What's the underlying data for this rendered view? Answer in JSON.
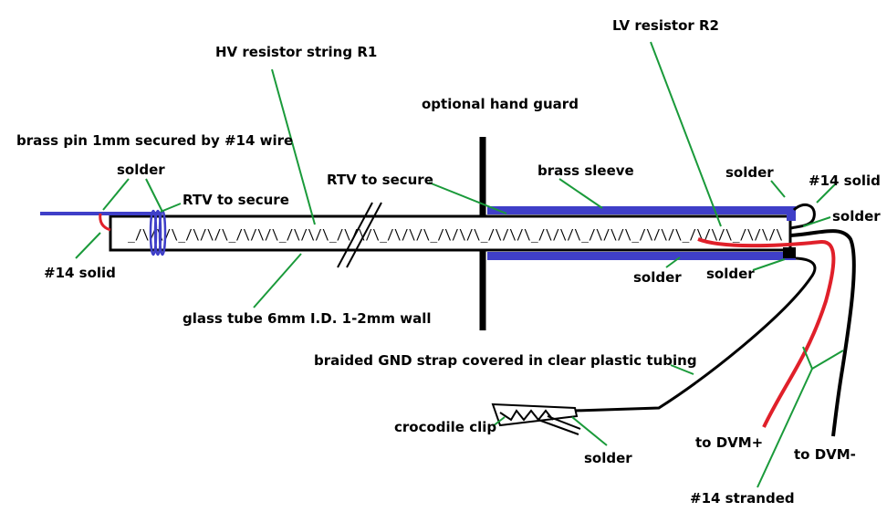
{
  "labels": {
    "hv_resistor": "HV resistor string R1",
    "lv_resistor": "LV resistor  R2",
    "hand_guard": "optional hand guard",
    "brass_pin": "brass pin 1mm secured by #14 wire",
    "solder_top_left": "solder",
    "rtv_left": "RTV to secure",
    "rtv_middle": "RTV to secure",
    "brass_sleeve": "brass sleeve",
    "solder_top_right": "solder",
    "solid_top_right": "#14 solid",
    "solder_right": "solder",
    "solid_left": "#14 solid",
    "solder_under_sleeve": "solder",
    "solder_bottom_right": "solder",
    "glass_tube": "glass tube 6mm I.D. 1-2mm wall",
    "gnd_strap": "braided GND strap covered in clear plastic tubing",
    "crocodile_clip": "crocodile clip",
    "solder_clip": "solder",
    "dvm_plus": "to DVM+",
    "dvm_minus": "to DVM-",
    "stranded": "#14 stranded"
  },
  "colors": {
    "ink": "#000000",
    "brass": "#3f3fc8",
    "pin": "#3f3fc8",
    "wire_red": "#e0202a",
    "leader": "#1a9a3a"
  },
  "resistor_pattern": "_/\\/\\/\\_/\\/\\/\\_/\\/\\/\\_/\\/\\/\\_/\\/\\/\\_/\\/\\/\\_/\\/\\/\\_/\\/\\/\\_/\\/\\/\\_/\\/\\/\\_/\\/\\/\\_/\\/\\/\\_/\\/\\/\\"
}
